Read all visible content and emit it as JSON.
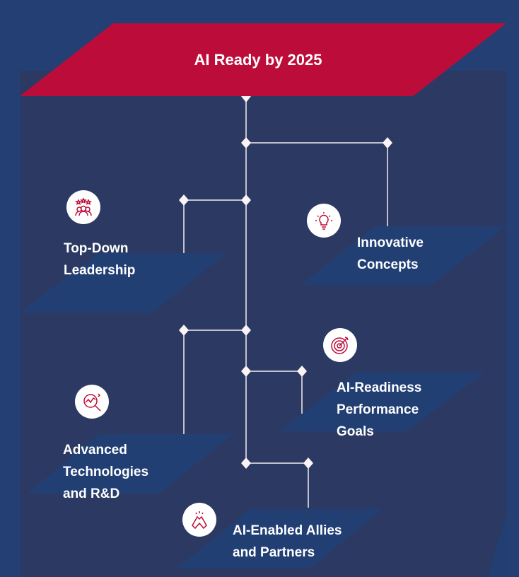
{
  "title": "AI Ready by 2025",
  "colors": {
    "outer_bg": "#233f73",
    "panel_bg": "#2c3a63",
    "banner": "#bc0d3a",
    "plate": "#223f74",
    "icon": "#bc0d3a"
  },
  "items": [
    {
      "label_lines": [
        "Top-Down",
        "Leadership"
      ],
      "icon": "team-stars-icon"
    },
    {
      "label_lines": [
        "Innovative",
        "Concepts"
      ],
      "icon": "lightbulb-icon"
    },
    {
      "label_lines": [
        "AI-Readiness",
        "Performance",
        "Goals"
      ],
      "icon": "target-icon"
    },
    {
      "label_lines": [
        "Advanced",
        "Technologies",
        "and R&D"
      ],
      "icon": "analytics-magnifier-icon"
    },
    {
      "label_lines": [
        "AI-Enabled Allies",
        "and Partners"
      ],
      "icon": "handshake-icon"
    }
  ]
}
